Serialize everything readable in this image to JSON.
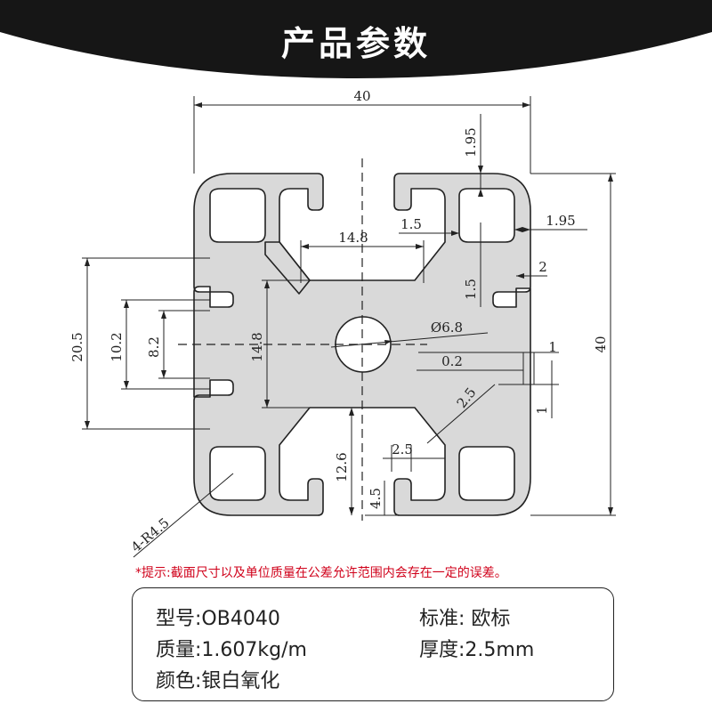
{
  "header": {
    "title": "产品参数",
    "bg_color": "#161616"
  },
  "drawing": {
    "profile_color": "#d9d9d9",
    "dims": {
      "width_top": "40",
      "height_right": "40",
      "slot_top": "1.95",
      "wall_right": "1.95",
      "lip": "1.5",
      "lip_vertical": "1.5",
      "groove": "2",
      "core": "14.8",
      "core_vertical": "14.8",
      "bore": "Ø6.8",
      "slot_outer": "20.5",
      "slot_inner": "10.2",
      "slot_opening": "8.2",
      "step_1a": "1",
      "step_1b": "1",
      "offset": "0.2",
      "rib": "2.5",
      "rib_bottom": "2.5",
      "center_depth": "12.6",
      "bottom_wall": "4.5",
      "corner_radius": "4-R4.5"
    }
  },
  "note": "*提示:截面尺寸以及单位质量在公差允许范围内会存在一定的误差。",
  "specs": {
    "model": "型号:OB4040",
    "standard": "标准: 欧标",
    "weight": "质量:1.607kg/m",
    "thickness": "厚度:2.5mm",
    "color": "颜色:银白氧化"
  }
}
